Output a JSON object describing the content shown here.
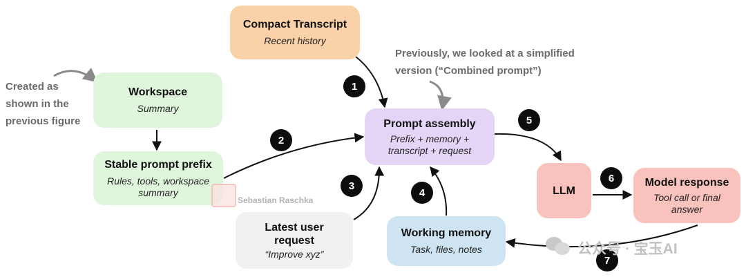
{
  "nodes": {
    "compact": {
      "title": "Compact Transcript",
      "sub": "Recent history",
      "color": "#f9d2a9"
    },
    "workspace": {
      "title": "Workspace",
      "sub": "Summary",
      "color": "#dff5dc"
    },
    "prefix": {
      "title": "Stable prompt prefix",
      "sub": "Rules, tools, workspace summary",
      "color": "#dff5dc"
    },
    "assembly": {
      "title": "Prompt assembly",
      "sub": "Prefix + memory + transcript + request",
      "color": "#e4d5f7"
    },
    "latest": {
      "title": "Latest user request",
      "sub": "“Improve xyz”",
      "color": "#f1f1f1"
    },
    "memory": {
      "title": "Working memory",
      "sub": "Task, files, notes",
      "color": "#cfe4f2"
    },
    "llm": {
      "title": "LLM",
      "color": "#f9c2bd"
    },
    "response": {
      "title": "Model response",
      "sub": "Tool call or final answer",
      "color": "#f9c2bd"
    }
  },
  "steps": [
    "1",
    "2",
    "3",
    "4",
    "5",
    "6",
    "7"
  ],
  "notes": {
    "created": "Created as shown in the previous figure",
    "previously": "Previously, we looked at a simplified version (“Combined prompt”)"
  },
  "watermarks": {
    "author": "Sebastian Raschka",
    "wechat": "公众号 · 宝玉AI"
  }
}
